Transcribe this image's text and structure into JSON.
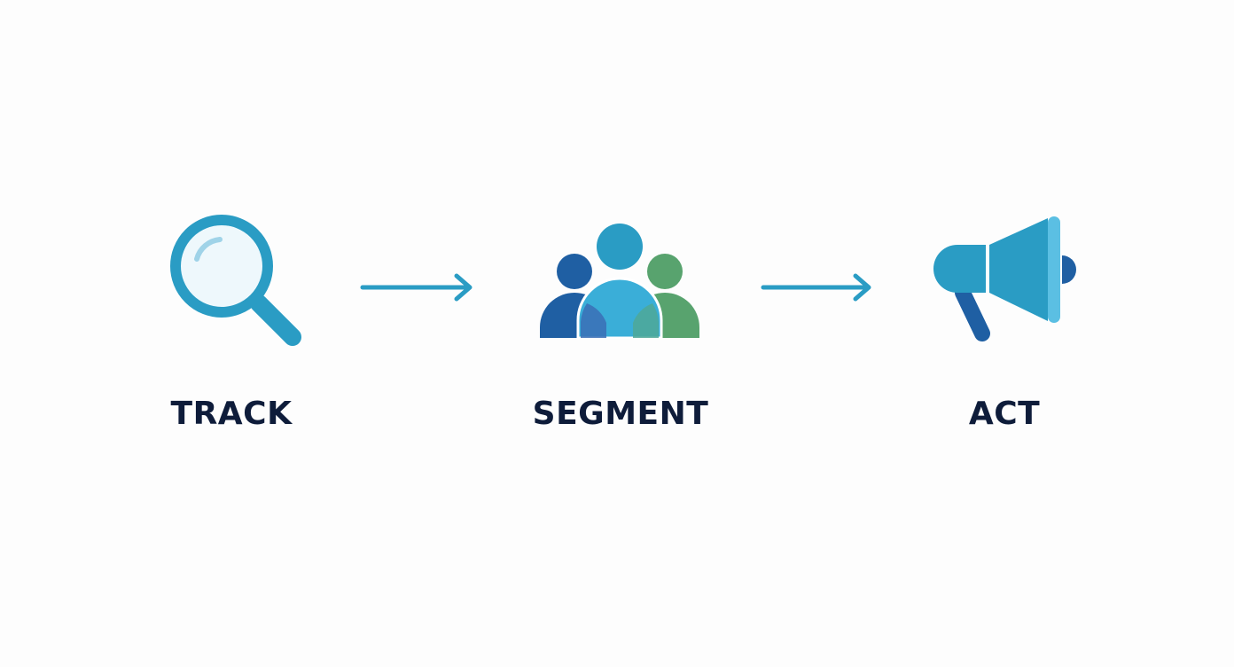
{
  "steps": [
    {
      "label": "TRACK",
      "icon": "magnifying-glass-icon"
    },
    {
      "label": "SEGMENT",
      "icon": "people-group-icon"
    },
    {
      "label": "ACT",
      "icon": "megaphone-icon"
    }
  ],
  "connectors": [
    {
      "icon": "arrow-right-icon"
    },
    {
      "icon": "arrow-right-icon"
    }
  ],
  "colors": {
    "primary_blue": "#2a9cc4",
    "light_blue": "#3aaed8",
    "dark_blue": "#1f5fa3",
    "green": "#58a36e",
    "label_text": "#0e1c3a",
    "lens_fill": "#eef8fc"
  }
}
